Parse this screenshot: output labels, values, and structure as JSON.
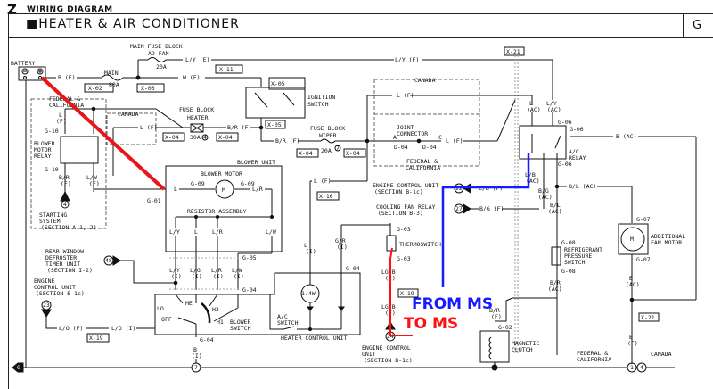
{
  "header": {
    "section_letter": "Z",
    "section_title": "WIRING DIAGRAM",
    "diagram_title": "HEATER & AIR CONDITIONER",
    "page_letter": "G"
  },
  "annotations": {
    "from_ms": "FROM MS",
    "to_ms": "TO MS",
    "colors": {
      "from_ms": "#1a1aff",
      "to_ms": "#ff1010",
      "wire_overlay": "#e8161a"
    }
  },
  "labels": {
    "battery": "BATTERY",
    "main_fuse_block": "MAIN FUSE BLOCK",
    "ad_fan": "AD FAN",
    "ad_fan_amp": "20A",
    "main": "MAIN",
    "main_amp": "80A",
    "be": "B (E)",
    "wf": "W (F)",
    "lye": "L/Y (E)",
    "lyf": "L/Y (F)",
    "x02": "X-02",
    "x03": "X-03",
    "x11": "X-11",
    "x05": "X-05",
    "x21": "X-21",
    "x04": "X-04",
    "x16": "X-16",
    "x19": "X-19",
    "ignition_switch": "IGNITION",
    "ignition_switch2": "SWITCH",
    "fed_cal": "FEDERAL &",
    "fed_cal2": "CALIFORNIA",
    "canada": "CANADA",
    "fuse_block": "FUSE BLOCK",
    "heater": "HEATER",
    "heater_amp": "30A",
    "heater_num": "4",
    "br_f": "B/R (F)",
    "l_f": "L (F)",
    "wiper": "WIPER",
    "wiper_amp": "20A",
    "wiper_num": "7",
    "joint_connector": "JOINT",
    "joint_connector2": "CONNECTOR",
    "d04": "D-04",
    "pin_a": "A",
    "pin_c": "C",
    "blower_motor_relay": [
      "BLOWER",
      "MOTOR",
      "RELAY"
    ],
    "g10": "G-10",
    "br_f_stack": [
      "B/R",
      "(F)"
    ],
    "lw_f_stack": [
      "L/W",
      "(F)"
    ],
    "l_f_stack": [
      "L",
      "(F)"
    ],
    "starting_system": [
      "STARTING",
      "SYSTEM",
      "(SECTION A-1, 2)"
    ],
    "starting_num": "4",
    "blower_unit": "BLOWER UNIT",
    "blower_motor": "BLOWER MOTOR",
    "g09": "G-09",
    "g01": "G-01",
    "motor_m": "M",
    "wire_l": "L",
    "wire_lr": "L/R",
    "resistor_assembly": "RESISTOR ASSEMBLY",
    "resistor_wires": [
      "L/Y",
      "L",
      "L/R",
      "L/W"
    ],
    "g05": "G-05",
    "harness_wires": [
      [
        "L/Y",
        "(I)"
      ],
      [
        "L/G",
        "(I)"
      ],
      [
        "L/R",
        "(I)"
      ],
      [
        "L/W",
        "(I)"
      ]
    ],
    "g04": "G-04",
    "rear_window": [
      "REAR WINDOW",
      "DEFROSTER",
      "TIMER UNIT",
      "(SECTION I-2)"
    ],
    "rear_num": "48",
    "ecu_left": [
      "ENGINE",
      "CONTROL UNIT",
      "(SECTION B-1c)"
    ],
    "ecu_left_num": "23",
    "lo_f": "L/O (F)",
    "lo_i": "L/O (I)",
    "blower_switch": [
      "BLOWER",
      "SWITCH"
    ],
    "switch_positions": [
      "OFF",
      "LO",
      "ME",
      "H2",
      "H1"
    ],
    "bulb": "1.4W",
    "ac_switch": [
      "A/C",
      "SWITCH"
    ],
    "heater_control_unit": "HEATER CONTROL UNIT",
    "b_i": [
      "B",
      "(I)"
    ],
    "ground_num_7": "7",
    "l_i": [
      "L",
      "(I)"
    ],
    "gr_i": [
      "G/R",
      "(I)"
    ],
    "ecu_upper": [
      "ENGINE CONTROL UNIT",
      "(SECTION B-1c)"
    ],
    "ecu_upper_num": "22",
    "lb_f": "L/B (F)",
    "cooling_fan": [
      "COOLING FAN RELAY",
      "(SECTION B-3)"
    ],
    "cooling_num": "27",
    "bg_f": "B/G (F)",
    "g03": "G-03",
    "thermoswitch": "THERMOSWITCH",
    "lgb_i": [
      "LG/B",
      "(I)"
    ],
    "lgb_f": [
      "LG/B",
      "(F)"
    ],
    "ecu_bottom": [
      "ENGINE CONTROL",
      "UNIT",
      "(SECTION B-1c)"
    ],
    "ecu_bottom_num": "24",
    "l_ac": [
      "L",
      "(AC)"
    ],
    "ly_ac": [
      "L/Y",
      "(AC)"
    ],
    "g06": "G-06",
    "ac_relay": [
      "A/C",
      "RELAY"
    ],
    "b_ac": "B (AC)",
    "lb_ac": [
      "L/B",
      "(AC)"
    ],
    "bg_ac": [
      "B/G",
      "(AC)"
    ],
    "bl_ac": "B/L (AC)",
    "bl_ac_stack": [
      "B/L",
      "(AC)"
    ],
    "g07": "G-07",
    "additional_fan": [
      "ADDITIONAL",
      "FAN MOTOR"
    ],
    "g08": "G-08",
    "refrig_switch": [
      "REFRIGERANT",
      "PRESSURE",
      "SWITCH"
    ],
    "br_ac": [
      "B/R",
      "(AC)"
    ],
    "b_ac_stack": [
      "B",
      "(AC)"
    ],
    "b_f_stack": [
      "B",
      "(F)"
    ],
    "br_f_lower": [
      "B/R",
      "(F)"
    ],
    "g02": "G-02",
    "magnetic_clutch": [
      "MAGNETIC",
      "CLUTCH"
    ],
    "fed_cal_bottom": [
      "FEDERAL &",
      "CALIFORNIA"
    ],
    "canada_bottom": "CANADA",
    "ground_1": "1",
    "ground_4": "4",
    "ground_g": "G"
  }
}
